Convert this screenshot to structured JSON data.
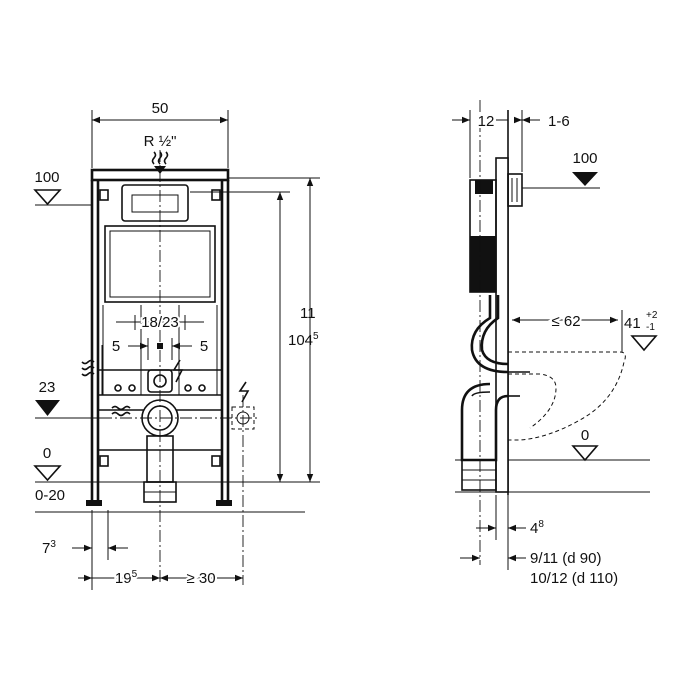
{
  "front_view": {
    "width_label": "50",
    "supply_label": "R ½\"",
    "top_level_label": "100",
    "height_label_base": "104",
    "height_label_sup": "5",
    "total_height_label": "11",
    "flush_spacing_label": "18/23",
    "left_offset_label": "5",
    "right_offset_label": "5",
    "drain_level_label": "23",
    "floor_level_label": "0",
    "floor_range_label": "0-20",
    "foot_offset_base": "7",
    "foot_offset_sup": "3",
    "drain_offset_base": "19",
    "drain_offset_sup": "5",
    "right_offset_label_bottom": "≥ 30"
  },
  "side_view": {
    "frame_depth_label": "12",
    "wall_gap_label": "1-6",
    "top_level_label": "100",
    "bowl_projection_label": "≤ 62",
    "bowl_height_base": "41",
    "bowl_height_tol_plus": "+2",
    "bowl_height_tol_minus": "-1",
    "floor_level_label": "0",
    "wall_offset_base": "4",
    "wall_offset_sup": "8",
    "pipe_offset_d90": "9/11  (d 90)",
    "pipe_offset_d110": "10/12 (d 110)"
  },
  "icons": [
    "water-supply-icon",
    "electric-icon",
    "water-inlet-icon"
  ],
  "colors": {
    "line": "#111111",
    "background": "#ffffff"
  }
}
